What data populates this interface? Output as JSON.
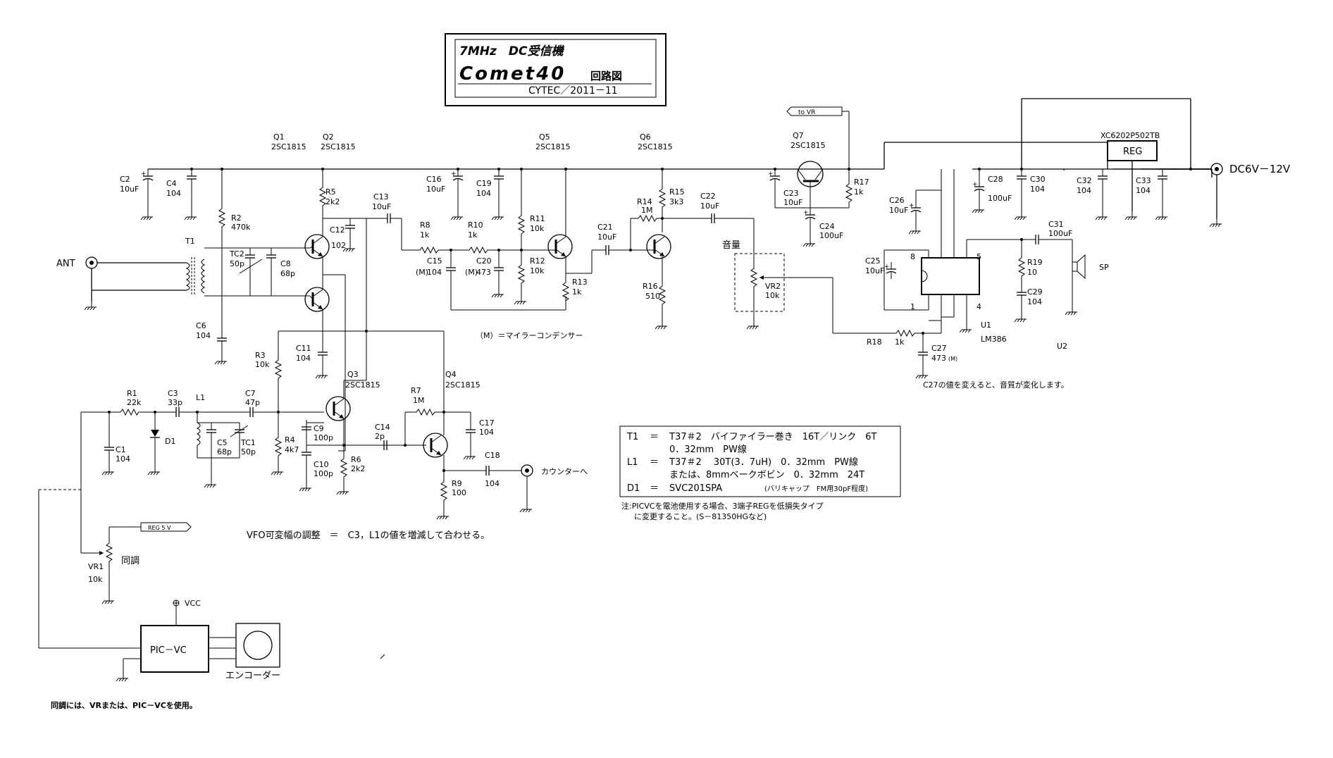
{
  "title": {
    "line1": "7MHz　DC受信機",
    "name": "Comet40",
    "kind": "回路図",
    "credit": "CYTEC／2011－11"
  },
  "transistors": {
    "q1": {
      "ref": "Q1",
      "part": "2SC1815"
    },
    "q2": {
      "ref": "Q2",
      "part": "2SC1815"
    },
    "q3": {
      "ref": "Q3",
      "part": "2SC1815"
    },
    "q4": {
      "ref": "Q4",
      "part": "2SC1815"
    },
    "q5": {
      "ref": "Q5",
      "part": "2SC1815"
    },
    "q6": {
      "ref": "Q6",
      "part": "2SC1815"
    },
    "q7": {
      "ref": "Q7",
      "part": "2SC1815"
    }
  },
  "caps": {
    "c1": {
      "ref": "C1",
      "val": "104"
    },
    "c2": {
      "ref": "C2",
      "val": "10uF"
    },
    "c3": {
      "ref": "C3",
      "val": "33p"
    },
    "c4": {
      "ref": "C4",
      "val": "104"
    },
    "c5": {
      "ref": "C5",
      "val": "68p"
    },
    "c6": {
      "ref": "C6",
      "val": "104"
    },
    "c7": {
      "ref": "C7",
      "val": "47p"
    },
    "c8": {
      "ref": "C8",
      "val": "68p"
    },
    "c9": {
      "ref": "C9",
      "val": "100p"
    },
    "c10": {
      "ref": "C10",
      "val": "100p"
    },
    "c11": {
      "ref": "C11",
      "val": "104"
    },
    "c12": {
      "ref": "C12",
      "val": "102"
    },
    "c13": {
      "ref": "C13",
      "val": "10uF"
    },
    "c14": {
      "ref": "C14",
      "val": "2p"
    },
    "c15": {
      "ref": "C15",
      "val": "104"
    },
    "c16": {
      "ref": "C16",
      "val": "10uF"
    },
    "c17": {
      "ref": "C17",
      "val": "104"
    },
    "c18": {
      "ref": "C18",
      "val": "104"
    },
    "c19": {
      "ref": "C19",
      "val": "104"
    },
    "c20": {
      "ref": "C20",
      "val": "473"
    },
    "c21": {
      "ref": "C21",
      "val": "10uF"
    },
    "c22": {
      "ref": "C22",
      "val": "10uF"
    },
    "c23": {
      "ref": "C23",
      "val": "10uF"
    },
    "c24": {
      "ref": "C24",
      "val": "100uF"
    },
    "c25": {
      "ref": "C25",
      "val": "10uF"
    },
    "c26": {
      "ref": "C26",
      "val": "10uF"
    },
    "c27": {
      "ref": "C27",
      "val": "473"
    },
    "c28": {
      "ref": "C28",
      "val": "100uF"
    },
    "c29": {
      "ref": "C29",
      "val": "104"
    },
    "c30": {
      "ref": "C30",
      "val": "104"
    },
    "c31": {
      "ref": "C31",
      "val": "100uF"
    },
    "c32": {
      "ref": "C32",
      "val": "104"
    },
    "c33": {
      "ref": "C33",
      "val": "104"
    }
  },
  "resistors": {
    "r1": {
      "ref": "R1",
      "val": "22k"
    },
    "r2": {
      "ref": "R2",
      "val": "470k"
    },
    "r3": {
      "ref": "R3",
      "val": "10k"
    },
    "r4": {
      "ref": "R4",
      "val": "4k7"
    },
    "r5": {
      "ref": "R5",
      "val": "2k2"
    },
    "r6": {
      "ref": "R6",
      "val": "2k2"
    },
    "r7": {
      "ref": "R7",
      "val": "1M"
    },
    "r8": {
      "ref": "R8",
      "val": "1k"
    },
    "r9": {
      "ref": "R9",
      "val": "100"
    },
    "r10": {
      "ref": "R10",
      "val": "1k"
    },
    "r11": {
      "ref": "R11",
      "val": "10k"
    },
    "r12": {
      "ref": "R12",
      "val": "10k"
    },
    "r13": {
      "ref": "R13",
      "val": "1k"
    },
    "r14": {
      "ref": "R14",
      "val": "1M"
    },
    "r15": {
      "ref": "R15",
      "val": "3k3"
    },
    "r16": {
      "ref": "R16",
      "val": "510"
    },
    "r17": {
      "ref": "R17",
      "val": "1k"
    },
    "r18": {
      "ref": "R18",
      "val": "1k"
    },
    "r19": {
      "ref": "R19",
      "val": "10"
    }
  },
  "others": {
    "t1": "T1",
    "tc1": {
      "ref": "TC1",
      "val": "50p"
    },
    "tc2": {
      "ref": "TC2",
      "val": "50p"
    },
    "l1": "L1",
    "d1": "D1",
    "vr1": {
      "ref": "VR1",
      "val": "10k",
      "name": "同調"
    },
    "vr2": {
      "ref": "VR2",
      "val": "10k",
      "name": "音量"
    },
    "u1": {
      "ref": "U1",
      "part": "LM386"
    },
    "u2": "U2",
    "reg": {
      "part": "XC6202P502TB",
      "box": "REG"
    },
    "pins": {
      "p8": "8",
      "p1": "1",
      "p5": "5",
      "p4": "4"
    },
    "mylar_mark": "(M)"
  },
  "ports": {
    "ant": "ANT",
    "sp": "SP",
    "dc": "DC6V－12V",
    "counter": "カウンターへ",
    "to_vr": "to VR",
    "reg5v": "REG 5 V",
    "vcc": "VCC",
    "picvc": "PIC－VC",
    "encoder": "エンコーダー"
  },
  "notes": {
    "mylar": "（M）＝マイラーコンデンサー",
    "c27": "C27の値を変えると、音質が変化します。",
    "vfo": "VFO可変幅の調整　＝　C3，L1の値を増減して合わせる。",
    "tuning": "同調には、VRまたは、PIC－VCを使用。",
    "picvc_line1": "注:PICVCを電池使用する場合、3端子REGを低損失タイプ",
    "picvc_line2": "に変更すること。(S－81350HGなど)"
  },
  "parts_table": [
    {
      "id": "T1",
      "eq": "＝",
      "text": "T37＃2　バイファイラー巻き　16T／リンク　6T"
    },
    {
      "id": "",
      "eq": "",
      "text": "0．32mm　PW線"
    },
    {
      "id": "L1",
      "eq": "＝",
      "text": "T37＃2　 30T(3．7uH)　0．32mm　PW線"
    },
    {
      "id": "",
      "eq": "",
      "text": "または、8mmベークボビン　0．32mm　24T"
    },
    {
      "id": "D1",
      "eq": "＝",
      "text": "SVC201SPA　",
      "small": "(バリキャップ　FM用30pF程度)"
    }
  ]
}
